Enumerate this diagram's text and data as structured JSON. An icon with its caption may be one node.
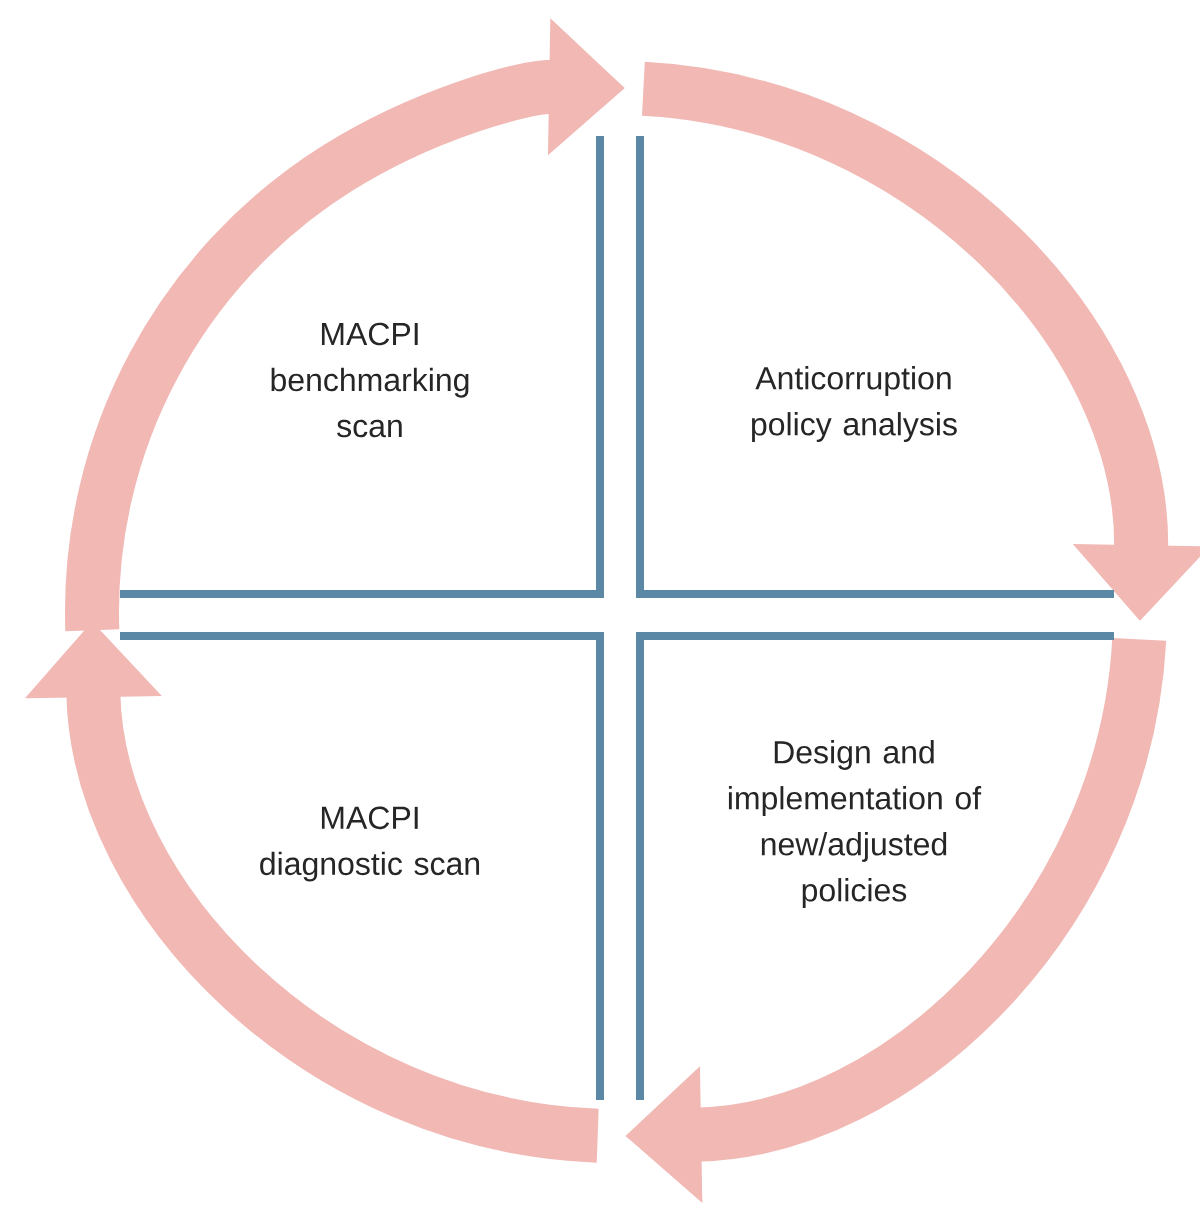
{
  "diagram": {
    "labels": [
      "MACPI benchmarking scan",
      "Anticorruption policy analysis",
      "MACPI diagnostic scan",
      "Design and implementation of new/adjusted policies"
    ]
  }
}
